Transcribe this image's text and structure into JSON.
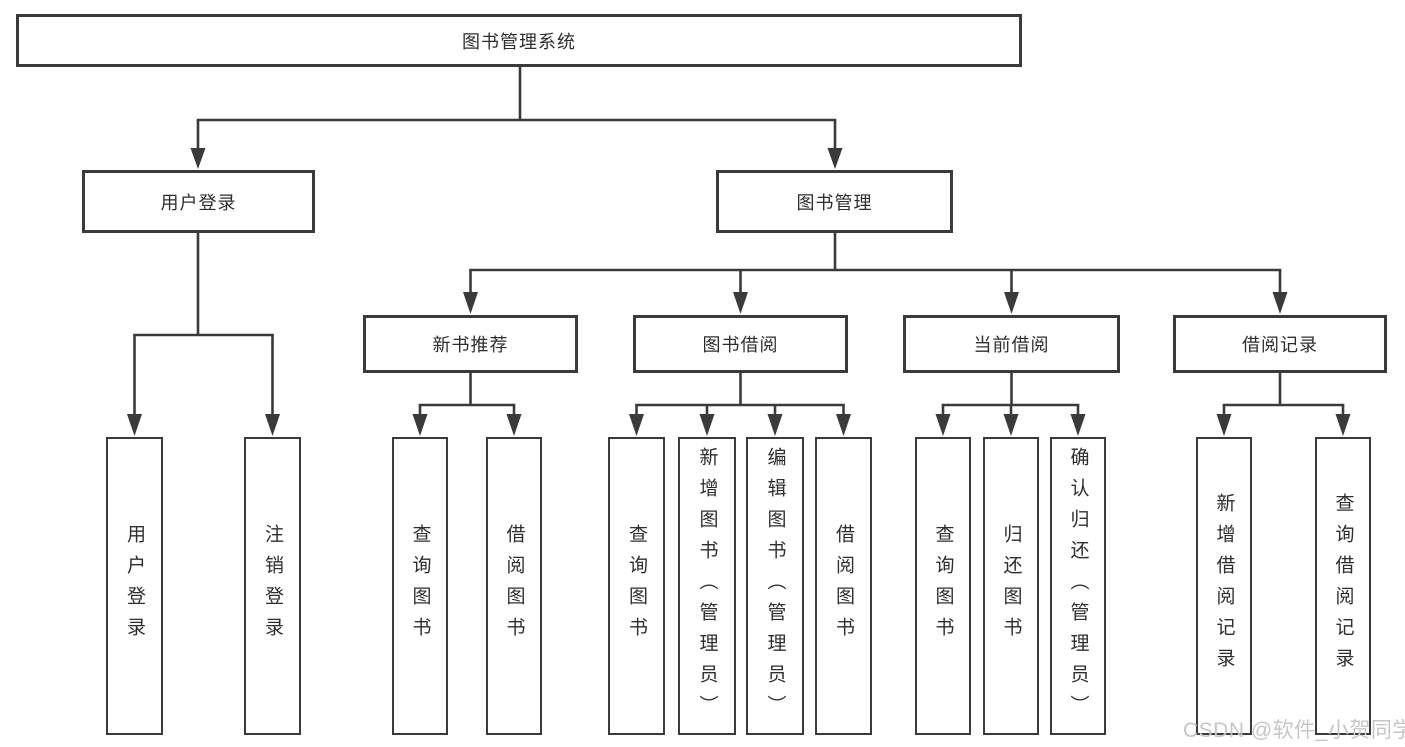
{
  "diagram": {
    "type": "tree",
    "root": {
      "label": "图书管理系统"
    },
    "level2": [
      {
        "id": "user-login",
        "label": "用户登录"
      },
      {
        "id": "book-management",
        "label": "图书管理"
      }
    ],
    "level3": [
      {
        "id": "new-book-recommendation",
        "parent": "图书管理",
        "label": "新书推荐"
      },
      {
        "id": "book-borrowing",
        "parent": "图书管理",
        "label": "图书借阅"
      },
      {
        "id": "current-borrowing",
        "parent": "图书管理",
        "label": "当前借阅"
      },
      {
        "id": "borrowing-records",
        "parent": "图书管理",
        "label": "借阅记录"
      }
    ],
    "leaves": [
      {
        "parent": "用户登录",
        "label": "用户登录"
      },
      {
        "parent": "用户登录",
        "label": "注销登录"
      },
      {
        "parent": "新书推荐",
        "label": "查询图书"
      },
      {
        "parent": "新书推荐",
        "label": "借阅图书"
      },
      {
        "parent": "图书借阅",
        "label": "查询图书"
      },
      {
        "parent": "图书借阅",
        "label": "新增图书（管理员）"
      },
      {
        "parent": "图书借阅",
        "label": "编辑图书（管理员）"
      },
      {
        "parent": "图书借阅",
        "label": "借阅图书"
      },
      {
        "parent": "当前借阅",
        "label": "查询图书"
      },
      {
        "parent": "当前借阅",
        "label": "归还图书"
      },
      {
        "parent": "当前借阅",
        "label": "确认归还（管理员）"
      },
      {
        "parent": "借阅记录",
        "label": "新增借阅记录"
      },
      {
        "parent": "借阅记录",
        "label": "查询借阅记录"
      }
    ]
  },
  "watermark": {
    "text": "CSDN @软件_小贺同学",
    "color": "#c6c6c6"
  },
  "colors": {
    "background": "#ffffff",
    "line": "#3a3a3a",
    "box_border": "#3a3a3a",
    "box_fill": "#ffffff",
    "text": "#2e2e2e"
  }
}
